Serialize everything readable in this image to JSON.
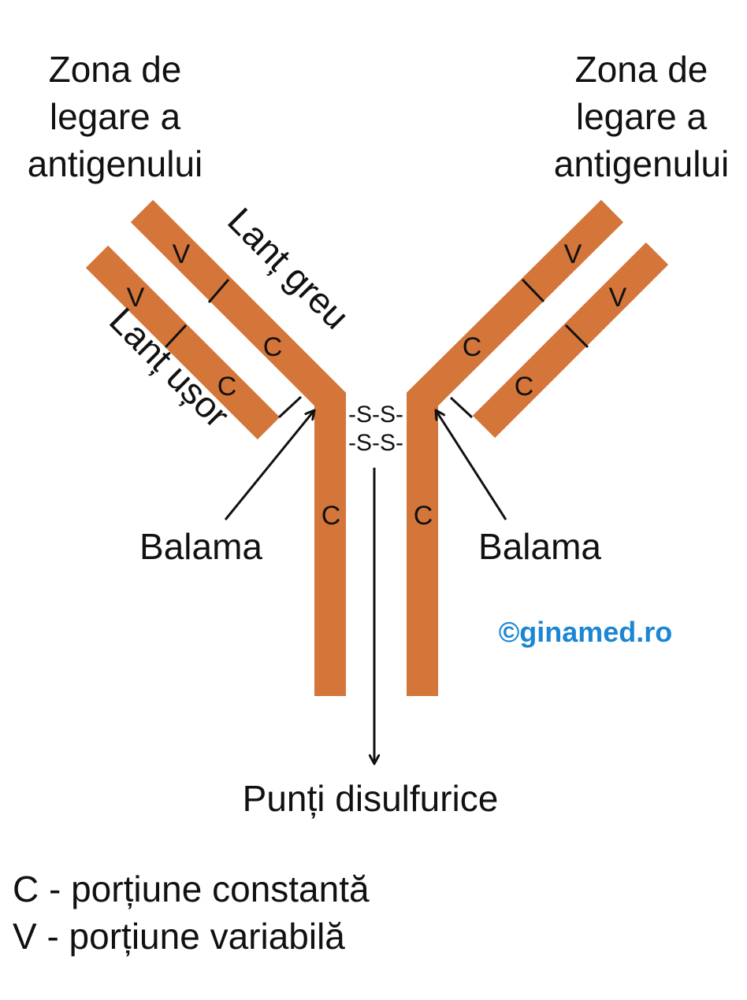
{
  "colors": {
    "antibody": "#D4753A",
    "ink": "#111111",
    "watermark": "#1B86D4"
  },
  "labels": {
    "binding_zone_left": [
      "Zona de",
      "legare a",
      "antigenului"
    ],
    "binding_zone_right": [
      "Zona de",
      "legare a",
      "antigenului"
    ],
    "heavy_chain": "Lanț greu",
    "light_chain": "Lanț ușor",
    "hinge_left": "Balama",
    "hinge_right": "Balama",
    "disulfide_bridges": "Punți disulfurice",
    "disulfide_upper": "-S-S-",
    "disulfide_lower": "-S-S-",
    "watermark": "©ginamed.ro"
  },
  "segments": {
    "left_heavy_variable": "V",
    "left_heavy_constant": "C",
    "left_light_variable": "V",
    "left_light_constant": "C",
    "right_heavy_variable": "V",
    "right_heavy_constant": "C",
    "right_light_variable": "V",
    "right_light_constant": "C",
    "left_stem_constant": "C",
    "right_stem_constant": "C"
  },
  "legend": {
    "constant": "C - porțiune constantă",
    "variable": "V - porțiune variabilă"
  }
}
